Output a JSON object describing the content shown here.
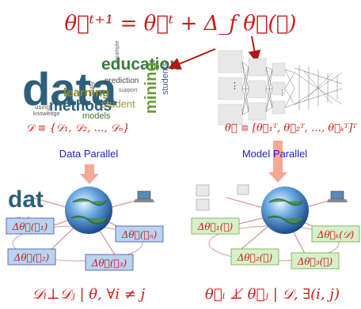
{
  "top_equation": "θ⃗ᵗ⁺¹ = θ⃗ᵗ + Δ_f θ⃗(𝒟)",
  "dataset_def": "𝒟 ≡ {𝒟₁, 𝒟₂, …, 𝒟ₙ}",
  "model_def": "θ⃗ ≡ [θ⃗₁ᵀ, θ⃗₂ᵀ, …, θ⃗ₖᵀ]ᵀ",
  "data_parallel_label": "Data Parallel",
  "model_parallel_label": "Model Parallel",
  "left_boxes": [
    "Δθ⃗(𝒟₁)",
    "Δθ⃗(𝒟₂)",
    "Δθ⃗(𝒟₃)",
    "Δθ⃗(𝒟ₙ)"
  ],
  "right_boxes": [
    "Δθ⃗₁(𝒟)",
    "Δθ⃗₂(𝒟)",
    "Δθ⃗₃(𝒟)",
    "Δθ⃗ₖ(𝒟)"
  ],
  "bottom_left": "𝒟ᵢ⊥𝒟ⱼ | θ, ∀i ≠ j",
  "bottom_right": "θ⃗ᵢ ⊥̸ θ⃗ⱼ | 𝒟, ∃(i, j)",
  "word_cloud": {
    "main": "data",
    "words": [
      "education",
      "learning",
      "methods",
      "student",
      "mining",
      "prediction",
      "models",
      "students",
      "knowledge",
      "study",
      "support",
      "using",
      "example"
    ]
  },
  "colors": {
    "red": "#cc1a1a",
    "blue": "#2222cc",
    "arrow": "#f4a896",
    "box_left": "#b8d4f0",
    "box_right": "#d8f0c8"
  }
}
